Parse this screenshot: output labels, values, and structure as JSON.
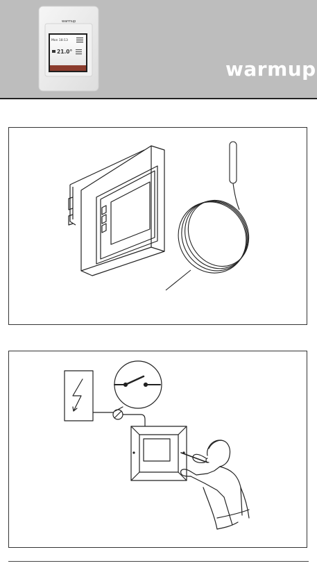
{
  "header": {
    "brand": "warmup",
    "trademark": "®",
    "device_screen": {
      "top_text": "Mon 18:13",
      "temperature": "21.0°"
    }
  },
  "colors": {
    "header_bg": "#bdbdbd",
    "brand_text": "#ffffff",
    "border": "#333333"
  }
}
